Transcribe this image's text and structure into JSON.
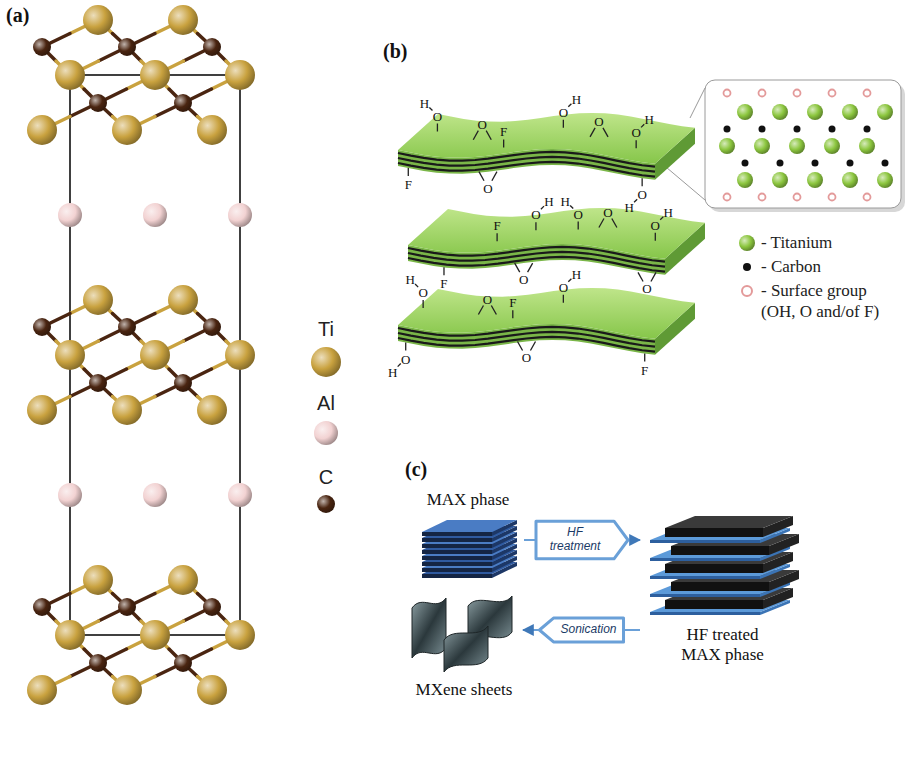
{
  "diagram": {
    "nodes": [
      {
        "text": [
          "MAX phase"
        ]
      },
      {
        "text": [
          "HF treated MAX phase"
        ]
      },
      {
        "text": [
          "MXene sheets"
        ]
      }
    ],
    "edges": [
      {
        "from": 0,
        "to": 1,
        "arrow": "to",
        "label": "HF treatment"
      },
      {
        "from": 1,
        "to": 2,
        "arrow": "to",
        "label": "Sonication"
      }
    ],
    "labels": [
      "(a)",
      "(b)",
      "(c)",
      "O",
      "H",
      "O",
      "F",
      "O",
      "H",
      "O",
      "O",
      "H",
      "F",
      "O",
      "O",
      "H",
      "F",
      "O",
      "H",
      "O",
      "H",
      "O",
      "O",
      "H",
      "F",
      "O",
      "O",
      "O",
      "H",
      "O",
      "F",
      "O",
      "H",
      "O",
      "H",
      "O",
      "F"
    ],
    "legend": [
      {
        "text": "Ti",
        "color": "#c9a23f"
      },
      {
        "text": "Al",
        "color": "#f2d2d2"
      },
      {
        "text": "C",
        "color": "#4a2511"
      },
      {
        "text": "- Titanium",
        "color": "#8cc63f"
      },
      {
        "text": "- Carbon",
        "color": "#111111"
      },
      {
        "text": "- Surface group (OH, O and/of F)",
        "color": "#e39a9a"
      }
    ]
  }
}
